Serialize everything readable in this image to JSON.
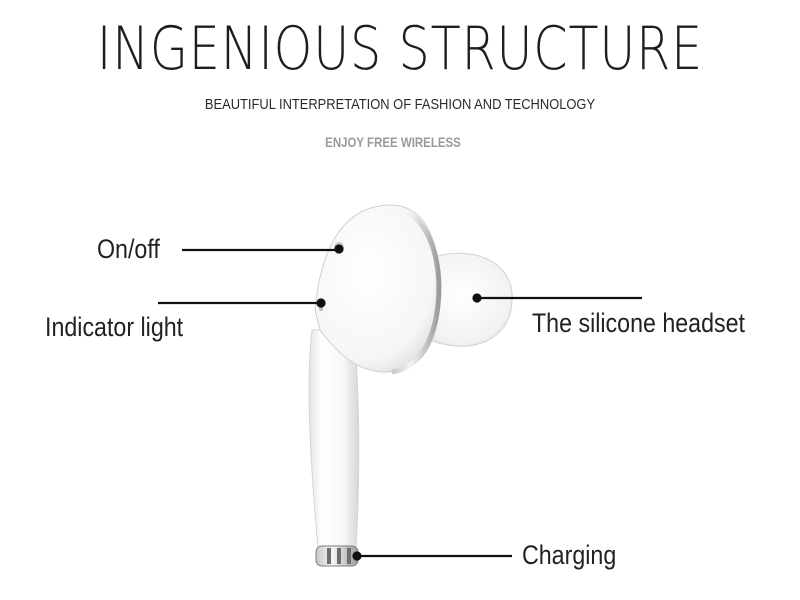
{
  "header": {
    "title": "INGENIOUS STRUCTURE",
    "subtitle": "BEAUTIFUL INTERPRETATION OF FASHION AND TECHNOLOGY",
    "tagline": "ENJOY FREE WIRELESS"
  },
  "callouts": {
    "onoff": "On/off",
    "indicator": "Indicator light",
    "silicone": "The silicone headset",
    "charging": "Charging"
  },
  "colors": {
    "leader_line": "#111111",
    "earbud_body": "#ffffff",
    "earbud_shadow": "#dcdcdc",
    "charging_contact": "#8e8e8e"
  }
}
